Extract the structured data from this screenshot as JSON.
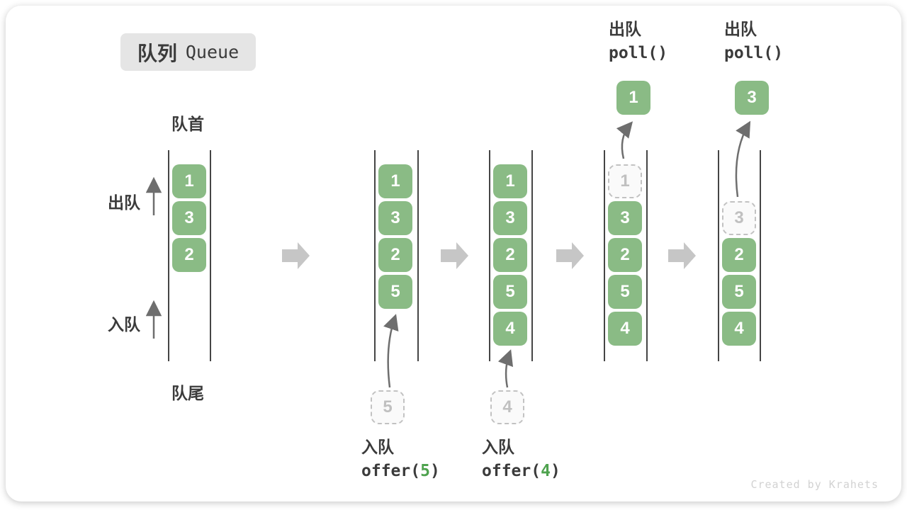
{
  "title": {
    "cn": "队列",
    "en": "Queue"
  },
  "labels": {
    "front": "队首",
    "rear": "队尾",
    "dequeue": "出队",
    "enqueue": "入队"
  },
  "watermark": "Created by Krahets",
  "colors": {
    "box_green": "#8abb85",
    "arg_green": "#4ea24e",
    "badge_bg": "#e5e5e5",
    "text_dark": "#3b3b3b",
    "thin_arrow": "#757575",
    "block_arrow": "#c6c6c6",
    "ghost_border": "#c2c2c2",
    "ghost_text": "#c0c0c0",
    "watermark": "#d2d2d2"
  },
  "stages": [
    {
      "queue": [
        "1",
        "3",
        "2"
      ]
    },
    {
      "queue": [
        "1",
        "3",
        "2",
        "5"
      ],
      "incoming": "5",
      "op": {
        "label": "入队",
        "pre": "offer(",
        "arg": "5",
        "suf": ")"
      }
    },
    {
      "queue": [
        "1",
        "3",
        "2",
        "5",
        "4"
      ],
      "incoming": "4",
      "op": {
        "label": "入队",
        "pre": "offer(",
        "arg": "4",
        "suf": ")"
      }
    },
    {
      "queue": [
        "3",
        "2",
        "5",
        "4"
      ],
      "removed": "1",
      "op": {
        "label": "出队",
        "code": "poll()"
      }
    },
    {
      "queue": [
        "2",
        "5",
        "4"
      ],
      "removed": "3",
      "op": {
        "label": "出队",
        "code": "poll()"
      }
    }
  ]
}
